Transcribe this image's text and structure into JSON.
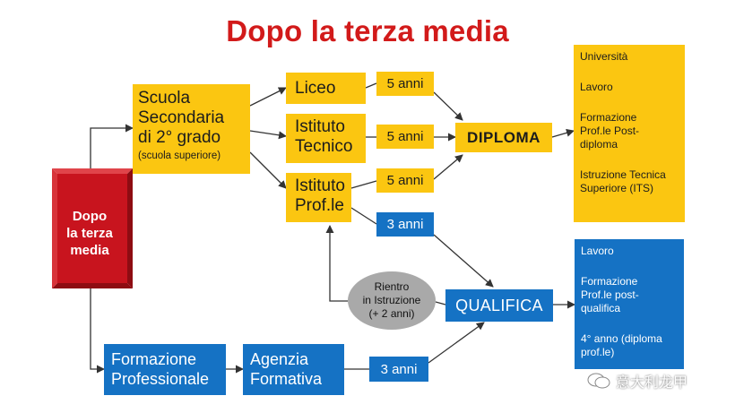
{
  "title": "Dopo la terza media",
  "start": [
    "Dopo",
    "la terza",
    "media"
  ],
  "secondaria": {
    "lines": [
      "Scuola",
      "Secondaria",
      "di 2° grado"
    ],
    "note": "(scuola superiore)"
  },
  "liceo": "Liceo",
  "tecnico": [
    "Istituto",
    "Tecnico"
  ],
  "professionale": [
    "Istituto",
    "Prof.le"
  ],
  "durations": {
    "liceo": "5 anni",
    "tecnico": "5 anni",
    "professionale": "5 anni",
    "professionale_qualifica": "3 anni",
    "agenzia": "3 anni"
  },
  "diploma": "DIPLOMA",
  "diploma_outcomes": [
    "Università",
    "Lavoro",
    "Formazione Prof.le Post-diploma",
    "Istruzione Tecnica Superiore (ITS)"
  ],
  "qualifica": "QUALIFICA",
  "qualifica_outcomes": [
    "Lavoro",
    "Formazione Prof.le post-qualifica",
    "4° anno (diploma prof.le)"
  ],
  "rientro": [
    "Rientro",
    "in Istruzione",
    "(+ 2 anni)"
  ],
  "formazione": [
    "Formazione",
    "Professionale"
  ],
  "agenzia": [
    "Agenzia",
    "Formativa"
  ],
  "watermark": "意大利龙甲",
  "colors": {
    "yellow": "#fbc611",
    "blue": "#1572c4",
    "red": "#c8141e",
    "title": "#d21a1a"
  }
}
